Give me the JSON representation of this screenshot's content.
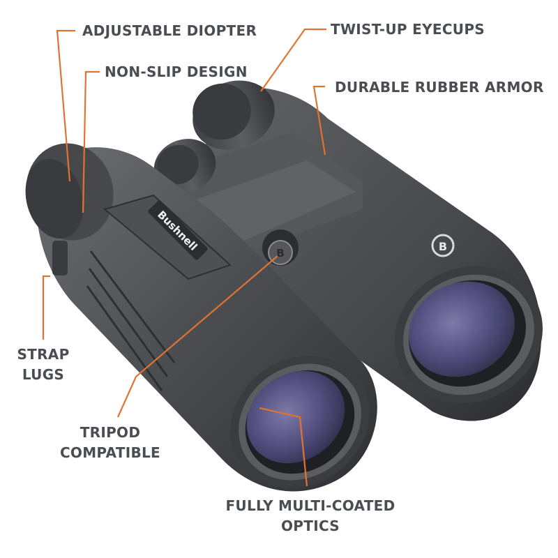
{
  "product": {
    "brand_plate": "Bushnell",
    "badge_glyph": "B"
  },
  "colors": {
    "leader": "#e0742f",
    "label_text": "#4a4d52",
    "body_dark": "#3a3b3e",
    "body_mid": "#55575b",
    "body_light": "#707276",
    "lens_violet": "#4c4a78",
    "background": "#ffffff"
  },
  "callouts": {
    "adjustable_diopter": "ADJUSTABLE DIOPTER",
    "non_slip_design": "NON-SLIP DESIGN",
    "twist_up_eyecups": "TWIST-UP EYECUPS",
    "durable_rubber_armor": "DURABLE RUBBER ARMOR",
    "strap_lugs": {
      "line1": "STRAP",
      "line2": "LUGS"
    },
    "tripod_compatible": {
      "line1": "TRIPOD",
      "line2": "COMPATIBLE"
    },
    "fully_multi_coated_optics": {
      "line1": "FULLY MULTI-COATED",
      "line2": "OPTICS"
    }
  }
}
